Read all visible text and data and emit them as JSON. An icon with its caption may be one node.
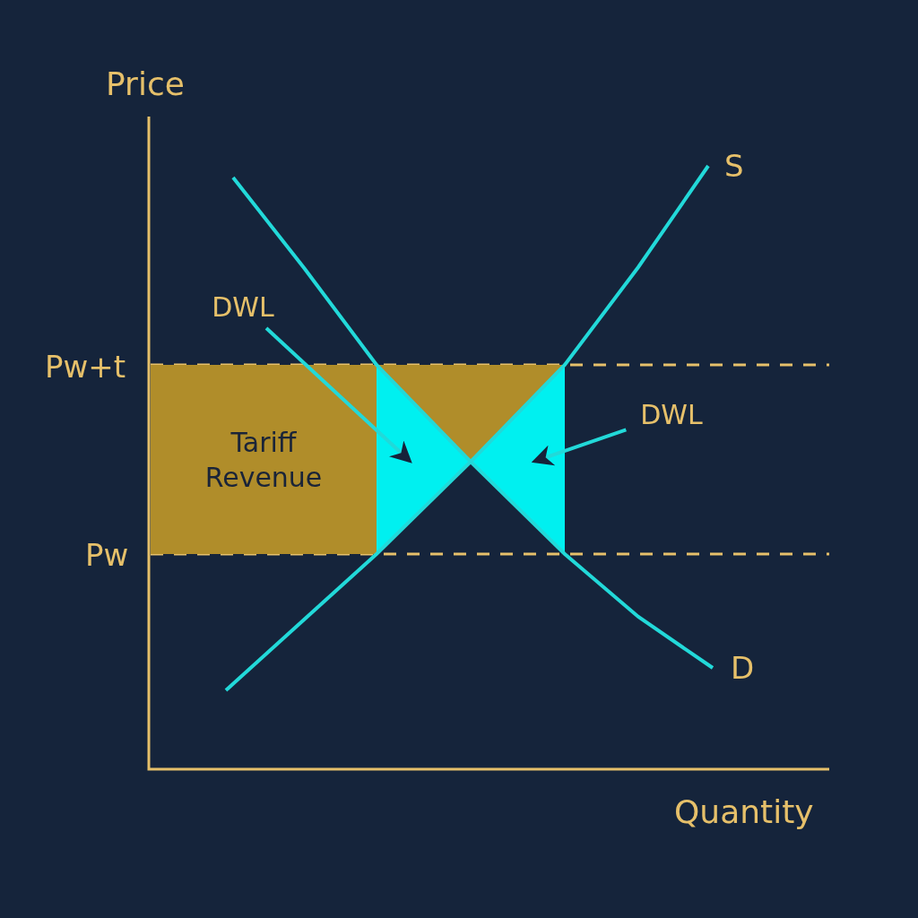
{
  "diagram": {
    "nodes": [
      {
        "text": [
          "Tariff Revenue"
        ]
      },
      {
        "text": [
          "DWL"
        ]
      },
      {
        "text": [],
        "shape": "triangle"
      },
      {
        "text": [
          "DWL"
        ]
      },
      {
        "text": [],
        "shape": "triangle"
      }
    ],
    "edges": [
      {
        "from": 1,
        "to": 2,
        "arrow": "to"
      },
      {
        "from": 3,
        "to": 4,
        "arrow": "to"
      }
    ],
    "labels": [
      "Price",
      "S",
      "Pw+t",
      "Pw",
      "D",
      "Quantity"
    ]
  }
}
